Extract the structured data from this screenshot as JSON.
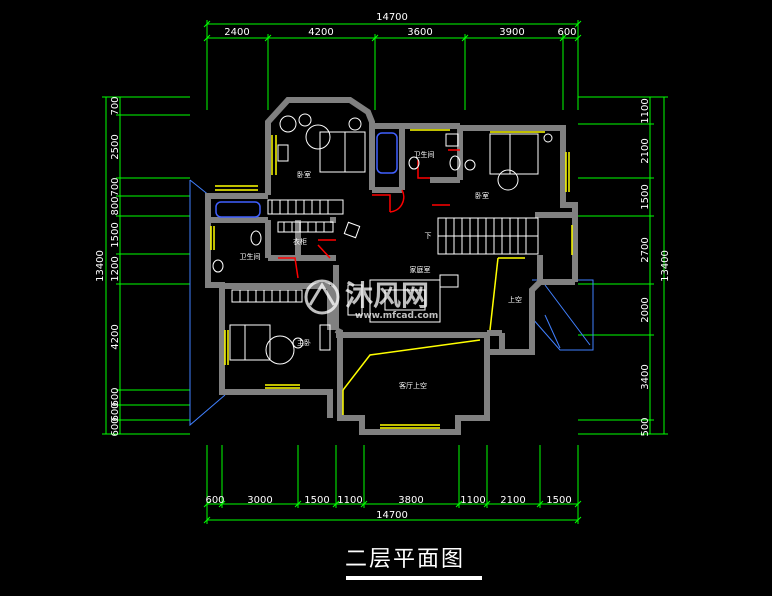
{
  "title": "二层平面图",
  "dimensions": {
    "top_total": "14700",
    "top_segments": [
      "2400",
      "4200",
      "3600",
      "3900",
      "600"
    ],
    "bottom_total": "14700",
    "bottom_segments": [
      "600",
      "3000",
      "1500",
      "1100",
      "3800",
      "1100",
      "2100",
      "1500"
    ],
    "left_total": "13400",
    "left_segments": [
      "700",
      "2500",
      "700",
      "800",
      "1500",
      "1200",
      "4200",
      "600",
      "600",
      "600"
    ],
    "right_total": "13400",
    "right_segments": [
      "1100",
      "2100",
      "1500",
      "2700",
      "2000",
      "3400",
      "500"
    ]
  },
  "rooms": {
    "bedroom_a": "卧室",
    "bedroom_b": "卧室",
    "bath_a": "卫生间",
    "bath_b": "卫生间",
    "closet": "衣柜",
    "master": "主卧",
    "family": "家庭室",
    "open_above": "上空",
    "living_open": "客厅上空",
    "down": "下"
  },
  "watermark": {
    "brand": "沐风网",
    "url": "www.mfcad.com"
  },
  "colors": {
    "dimension_line": "#00ff00",
    "wall": "#808080",
    "furniture": "#ffffff",
    "door": "#ff0000",
    "window": "#ffff00",
    "fixture": "#4060ff",
    "border": "#4080ff"
  }
}
